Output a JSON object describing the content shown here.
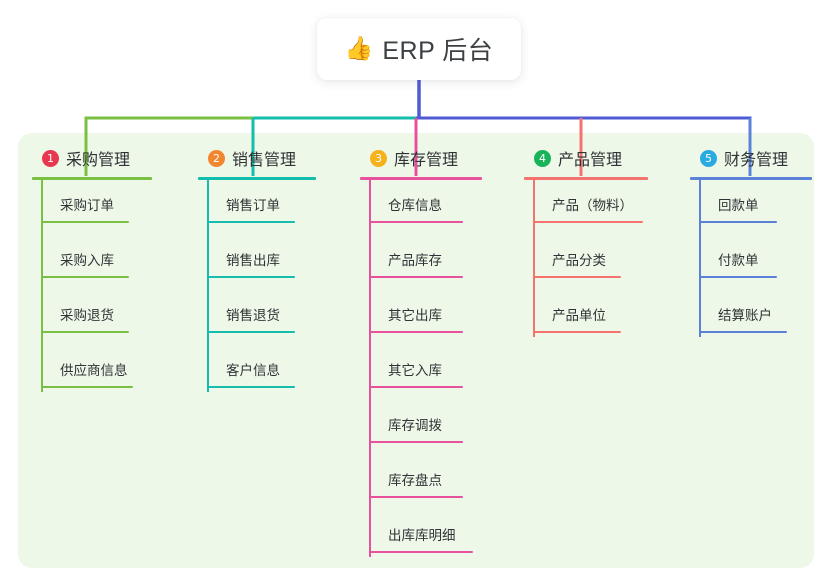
{
  "root": {
    "icon": "thumbs-up-icon",
    "emoji": "👍",
    "label": "ERP 后台"
  },
  "palette": {
    "panel_bg": "#eef8e9",
    "root_connector": "#4f5bd5",
    "col1": "#7ac143",
    "col2": "#14bdac",
    "col3": "#e8519b",
    "col4": "#f4736f",
    "col5": "#5b82d8"
  },
  "columns": [
    {
      "number": "1",
      "badge_color": "#e8384f",
      "line_color": "#7ac143",
      "title": "采购管理",
      "items": [
        {
          "label": "采购订单",
          "rule_width": 88
        },
        {
          "label": "采购入库",
          "rule_width": 88
        },
        {
          "label": "采购退货",
          "rule_width": 88
        },
        {
          "label": "供应商信息",
          "rule_width": 92
        }
      ]
    },
    {
      "number": "2",
      "badge_color": "#f2862f",
      "line_color": "#14bdac",
      "title": "销售管理",
      "items": [
        {
          "label": "销售订单",
          "rule_width": 88
        },
        {
          "label": "销售出库",
          "rule_width": 88
        },
        {
          "label": "销售退货",
          "rule_width": 88
        },
        {
          "label": "客户信息",
          "rule_width": 88
        }
      ]
    },
    {
      "number": "3",
      "badge_color": "#f6b21b",
      "line_color": "#e8519b",
      "title": "库存管理",
      "items": [
        {
          "label": "仓库信息",
          "rule_width": 94
        },
        {
          "label": "产品库存",
          "rule_width": 94
        },
        {
          "label": "其它出库",
          "rule_width": 94
        },
        {
          "label": "其它入库",
          "rule_width": 94
        },
        {
          "label": "库存调拨",
          "rule_width": 94
        },
        {
          "label": "库存盘点",
          "rule_width": 94
        },
        {
          "label": "出库库明细",
          "rule_width": 104
        }
      ]
    },
    {
      "number": "4",
      "badge_color": "#19b35a",
      "line_color": "#f4736f",
      "title": "产品管理",
      "items": [
        {
          "label": "产品（物料）",
          "rule_width": 110
        },
        {
          "label": "产品分类",
          "rule_width": 88
        },
        {
          "label": "产品单位",
          "rule_width": 88
        }
      ]
    },
    {
      "number": "5",
      "badge_color": "#29aae1",
      "line_color": "#5b82d8",
      "title": "财务管理",
      "items": [
        {
          "label": "回款单",
          "rule_width": 78
        },
        {
          "label": "付款单",
          "rule_width": 78
        },
        {
          "label": "结算账户",
          "rule_width": 88
        }
      ]
    }
  ]
}
